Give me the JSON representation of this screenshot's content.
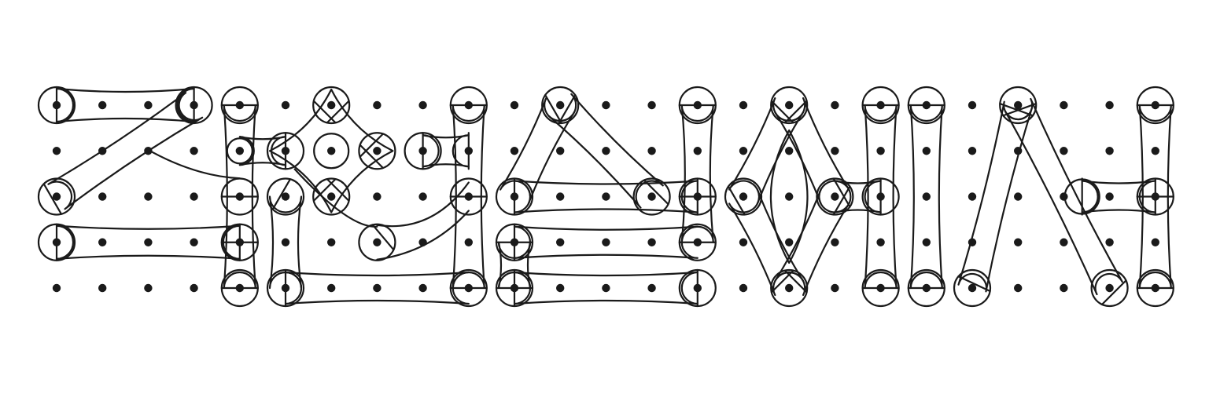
{
  "diagram": {
    "kind": "dot-grid-glyph-strip",
    "grid": {
      "columns": 25,
      "rows": 5
    },
    "colors": {
      "background": "#ffffff",
      "dot": "#1a1a1a",
      "stroke": "#1a1a1a"
    },
    "dot_style": "filled-circle",
    "shape_style": "outlined capsules linking circled grid points"
  }
}
